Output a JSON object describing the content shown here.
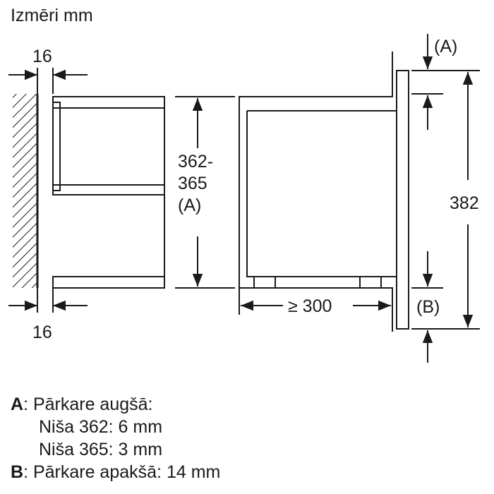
{
  "title": "Izmēri mm",
  "dims": {
    "wall_top": "16",
    "wall_bottom": "16",
    "niche_height_1": "362-",
    "niche_height_2": "365",
    "niche_height_ref": "(A)",
    "depth": "≥ 300",
    "overall_height": "382",
    "ref_a": "(A)",
    "ref_b": "(B)"
  },
  "legend": {
    "a_key": "A",
    "a_text": ": Pārkare augšā:",
    "a_line2": "Niša 362: 6 mm",
    "a_line3": "Niša 365: 3 mm",
    "b_key": "B",
    "b_text": ": Pārkare apakšā: 14 mm"
  }
}
